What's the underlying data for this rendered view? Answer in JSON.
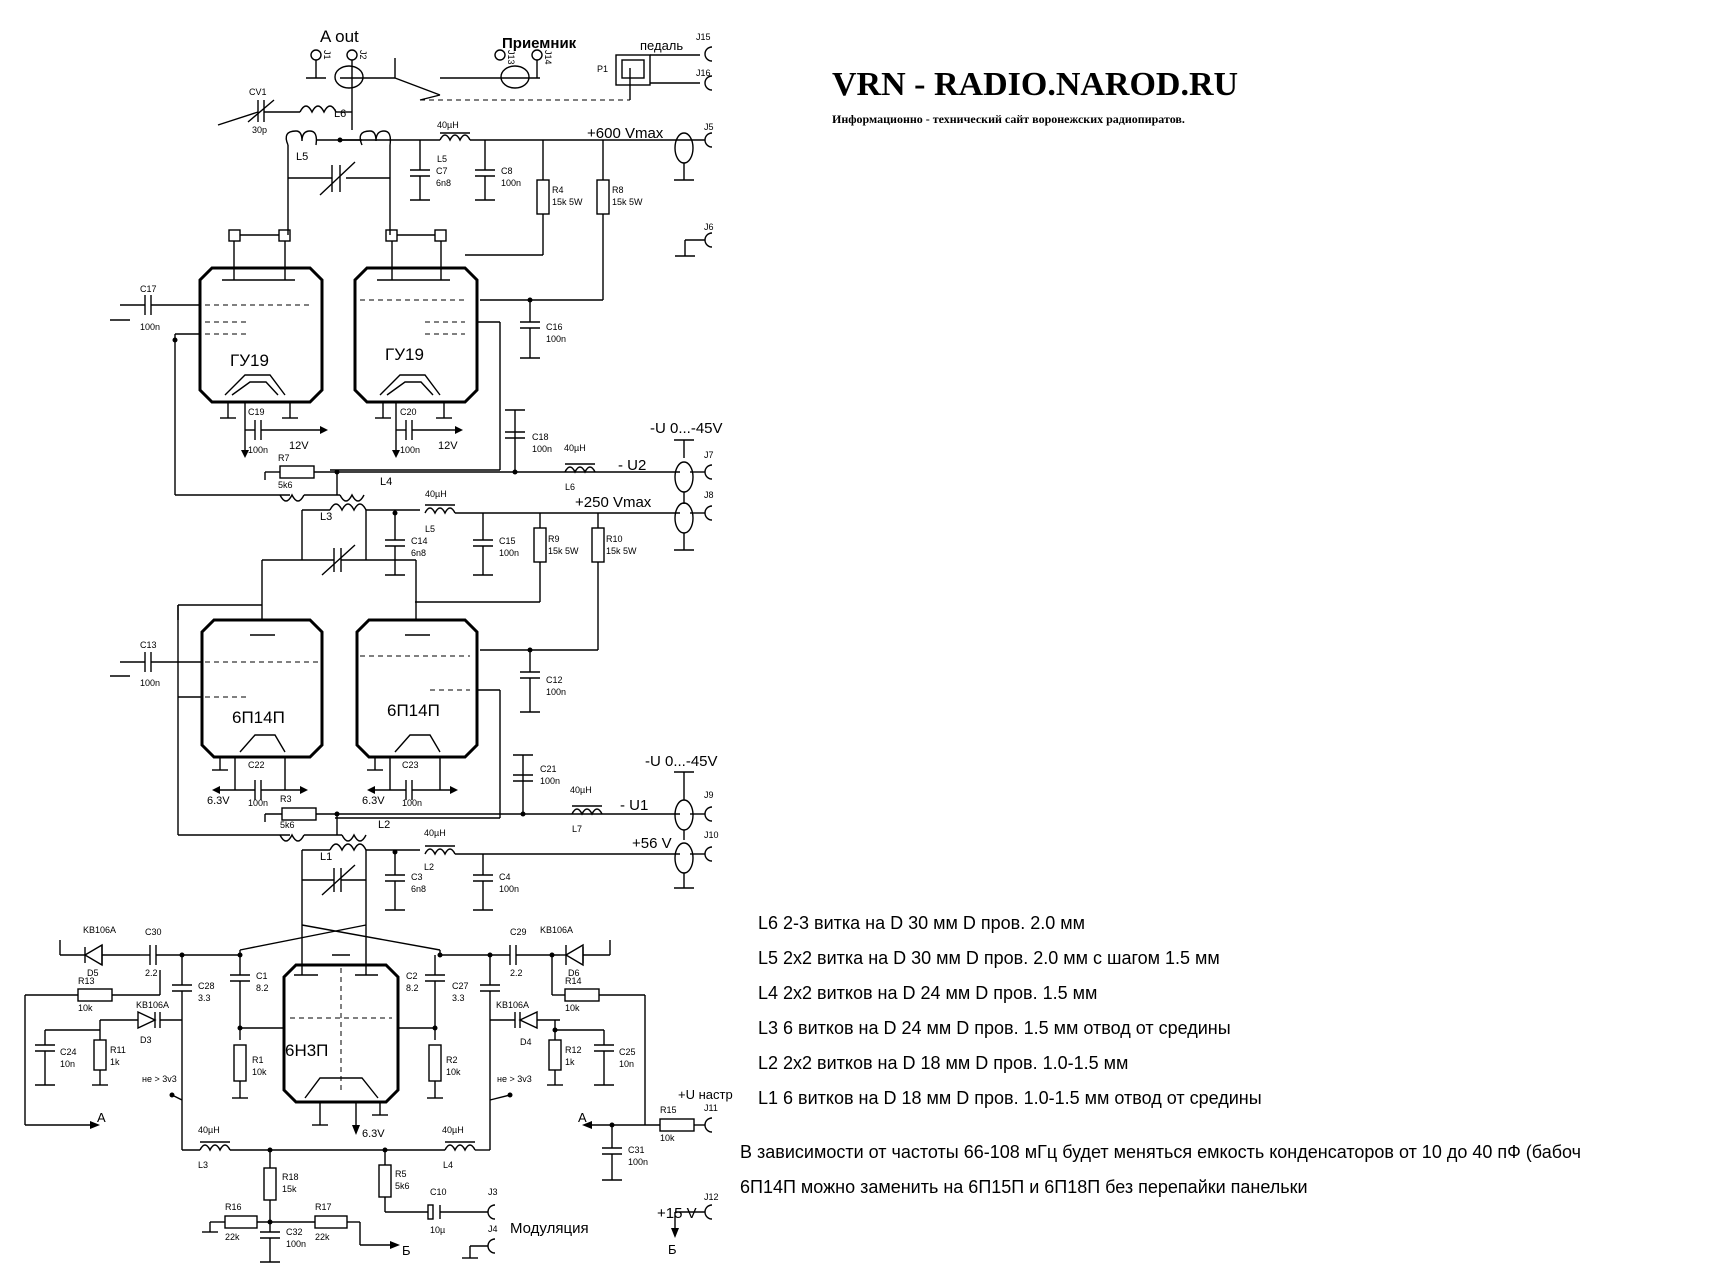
{
  "header": {
    "title": "VRN - RADIO.NAROD.RU",
    "subtitle": "Информационно - технический сайт воронежских радиопиратов."
  },
  "tubes": {
    "final_1": "ГУ19",
    "final_2": "ГУ19",
    "driver_1": "6П14П",
    "driver_2": "6П14П",
    "osc": "6Н3П"
  },
  "connectors": {
    "a_out": "A out",
    "receiver": "Приемник",
    "pedal": "педаль",
    "j1": "J1",
    "j2": "J2",
    "j3": "J3",
    "j4": "J4",
    "j5": "J5",
    "j6": "J6",
    "j7": "J7",
    "j8": "J8",
    "j9": "J9",
    "j10": "J10",
    "j11": "J11",
    "j12": "J12",
    "j13": "J13",
    "j14": "J14",
    "j15": "J15",
    "j16": "J16",
    "p1": "P1"
  },
  "supplies": {
    "v600": "+600 Vmax",
    "v250": "+250 Vmax",
    "v56": "+56 V",
    "bias_range": "-U 0...-45V",
    "u2": "- U2",
    "u1": "- U1",
    "u_tune": "+U настр",
    "v15": "+15 V",
    "v12": "12V",
    "v63": "6.3V"
  },
  "labels": {
    "cv1": "CV1",
    "cv1_val": "30p",
    "l6": "L6",
    "l5": "L5",
    "l4": "L4",
    "l3": "L3",
    "l2": "L2",
    "l1": "L1",
    "l7": "L7",
    "choke_40uh": "40µH",
    "c7": "C7",
    "c7_val": "6n8",
    "c8": "C8",
    "c8_val": "100n",
    "r4": "R4",
    "r4_val": "15k 5W",
    "r8": "R8",
    "r8_val": "15k 5W",
    "c17": "C17",
    "c16": "C16",
    "c19": "C19",
    "c20": "C20",
    "c18": "C18",
    "r7": "R7",
    "r7_val": "5k6",
    "val_100n": "100n",
    "c14": "C14",
    "c14_val": "6n8",
    "c15": "C15",
    "r9": "R9",
    "r9_val": "15k 5W",
    "r10": "R10",
    "r10_val": "15k 5W",
    "c13": "C13",
    "c12": "C12",
    "c22": "C22",
    "c23": "C23",
    "c21": "C21",
    "r3": "R3",
    "r3_val": "5k6",
    "c3": "C3",
    "c3_val": "6n8",
    "c4": "C4",
    "kv106a": "KB106A",
    "c30": "C30",
    "c30_val": "2.2",
    "c29": "C29",
    "c29_val": "2.2",
    "d5": "D5",
    "d6": "D6",
    "d3": "D3",
    "d4": "D4",
    "r13": "R13",
    "r13_val": "10k",
    "r14": "R14",
    "r14_val": "10k",
    "c28": "C28",
    "c28_val": "3.3",
    "c27": "C27",
    "c27_val": "3.3",
    "c1": "C1",
    "c1_val": "8.2",
    "c2": "C2",
    "c2_val": "8.2",
    "c24": "C24",
    "c24_val": "10n",
    "c25": "C25",
    "c25_val": "10n",
    "r11": "R11",
    "r11_val": "1k",
    "r12": "R12",
    "r12_val": "1k",
    "r1": "R1",
    "r1_val": "10k",
    "r2": "R2",
    "r2_val": "10k",
    "ne3v3": "не > 3v3",
    "r18": "R18",
    "r18_val": "15k",
    "r5": "R5",
    "r5_val": "5k6",
    "c10": "C10",
    "c10_val": "10µ",
    "modulation": "Модуляция",
    "r16": "R16",
    "r16_val": "22k",
    "r17": "R17",
    "r17_val": "22k",
    "c32": "C32",
    "r15": "R15",
    "r15_val": "10k",
    "c31": "C31",
    "node_a": "A",
    "node_b": "Б"
  },
  "notes": [
    "L6 2-3 витка на D 30 мм D пров. 2.0 мм",
    "L5 2x2 витка на D 30 мм D пров. 2.0 мм с шагом 1.5 мм",
    "L4  2x2 витков на D 24 мм D пров. 1.5 мм",
    "L3 6 витков на D 24 мм D пров. 1.5 мм отвод от средины",
    "L2  2x2 витков на D 18 мм D пров. 1.0-1.5 мм",
    "L1 6 витков на D 18 мм D пров. 1.0-1.5 мм отвод от средины",
    "В зависимости от частоты 66-108 мГц будет меняться емкость конденсаторов от 10 до 40 пФ (бабоч",
    "6П14П можно заменить на 6П15П и 6П18П без перепайки панельки"
  ]
}
